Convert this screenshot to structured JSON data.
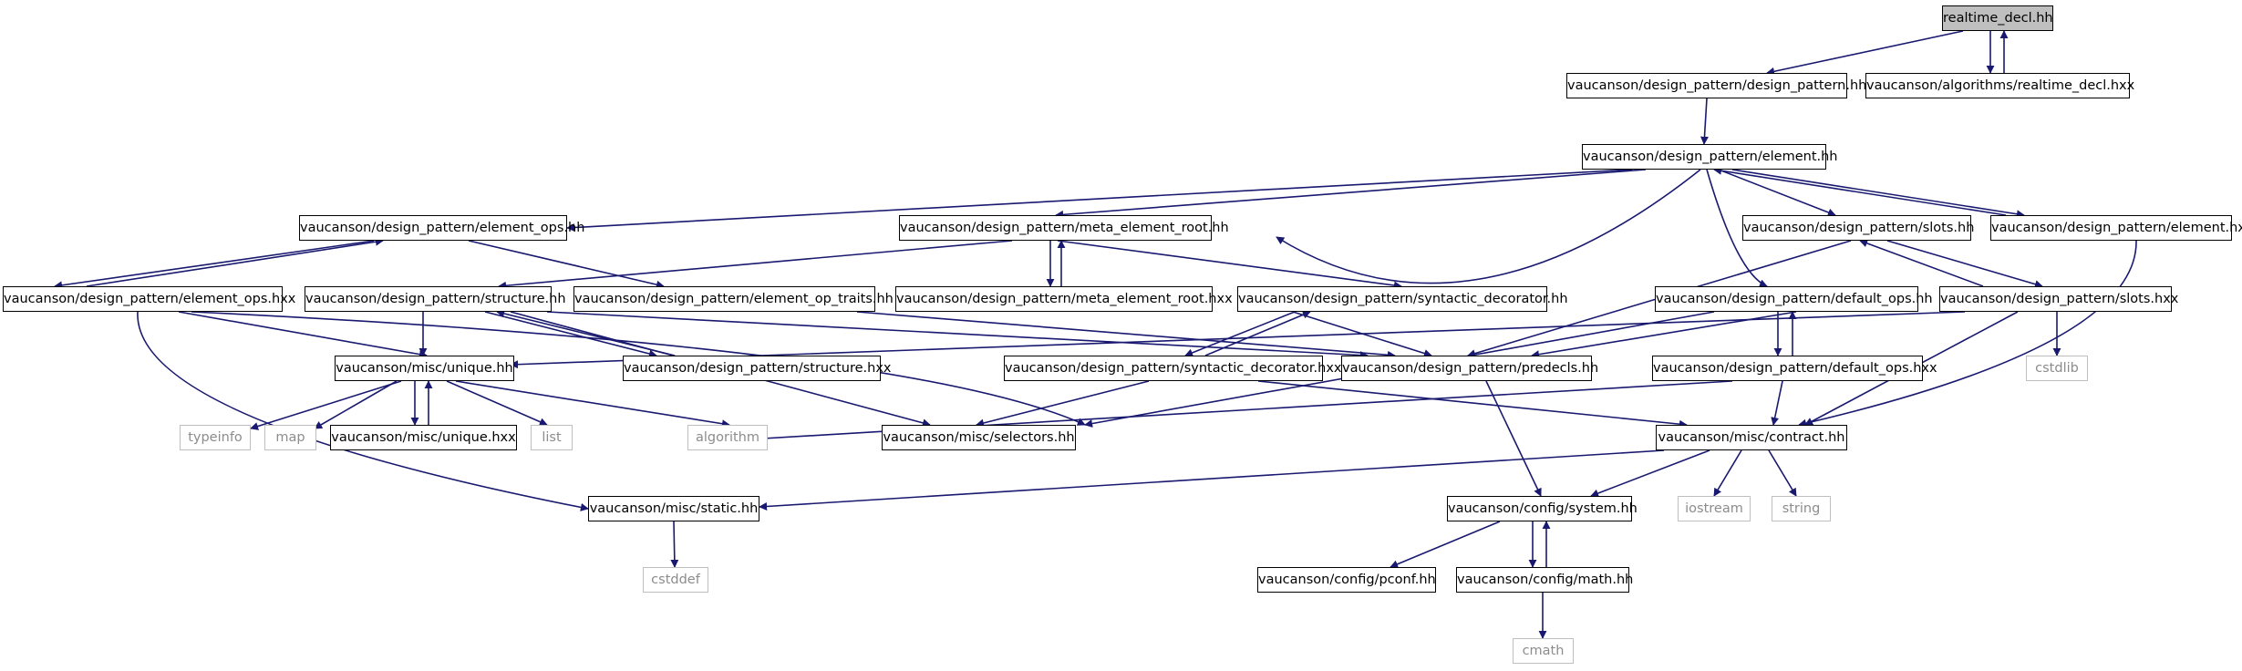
{
  "colors": {
    "edge": "#191970",
    "root_fill": "#bfbfbf",
    "node_border": "#000000",
    "external_border": "#bfbfbf",
    "external_text": "#8c8c8c"
  },
  "nodes": {
    "realtime_decl_hh": "realtime_decl.hh",
    "design_pattern_hh": "vaucanson/design_pattern/design_pattern.hh",
    "realtime_decl_hxx": "vaucanson/algorithms/realtime_decl.hxx",
    "element_hh": "vaucanson/design_pattern/element.hh",
    "element_ops_hh": "vaucanson/design_pattern/element_ops.hh",
    "meta_element_root_hh": "vaucanson/design_pattern/meta_element_root.hh",
    "slots_hh": "vaucanson/design_pattern/slots.hh",
    "element_hxx": "vaucanson/design_pattern/element.hxx",
    "element_ops_hxx": "vaucanson/design_pattern/element_ops.hxx",
    "structure_hh": "vaucanson/design_pattern/structure.hh",
    "element_op_traits_hh": "vaucanson/design_pattern/element_op_traits.hh",
    "meta_element_root_hxx": "vaucanson/design_pattern/meta_element_root.hxx",
    "syntactic_decorator_hh": "vaucanson/design_pattern/syntactic_decorator.hh",
    "default_ops_hh": "vaucanson/design_pattern/default_ops.hh",
    "slots_hxx": "vaucanson/design_pattern/slots.hxx",
    "unique_hh": "vaucanson/misc/unique.hh",
    "structure_hxx": "vaucanson/design_pattern/structure.hxx",
    "syntactic_decorator_hxx": "vaucanson/design_pattern/syntactic_decorator.hxx",
    "predecls_hh": "vaucanson/design_pattern/predecls.hh",
    "default_ops_hxx": "vaucanson/design_pattern/default_ops.hxx",
    "cstdlib": "cstdlib",
    "typeinfo": "typeinfo",
    "map": "map",
    "unique_hxx": "vaucanson/misc/unique.hxx",
    "list": "list",
    "algorithm": "algorithm",
    "selectors_hh": "vaucanson/misc/selectors.hh",
    "contract_hh": "vaucanson/misc/contract.hh",
    "static_hh": "vaucanson/misc/static.hh",
    "system_hh": "vaucanson/config/system.hh",
    "iostream": "iostream",
    "string": "string",
    "cstddef": "cstddef",
    "pconf_hh": "vaucanson/config/pconf.hh",
    "math_hh": "vaucanson/config/math.hh",
    "cmath": "cmath"
  }
}
